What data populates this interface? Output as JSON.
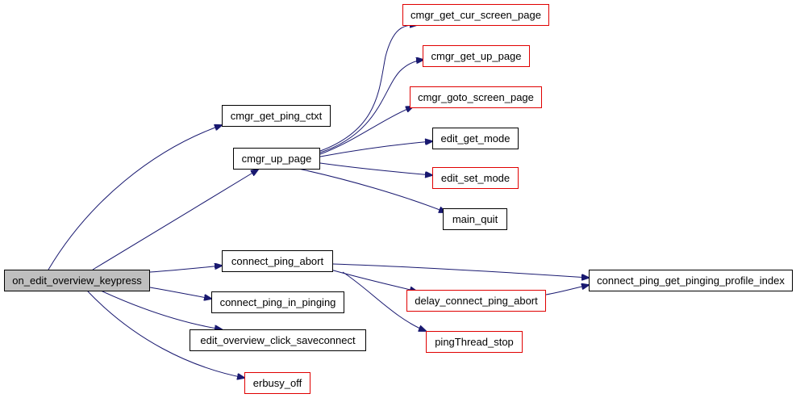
{
  "colors": {
    "edge": "#191970",
    "node_border": "#000000",
    "truncated_border": "#e00000",
    "root_fill": "#bfbfbf"
  },
  "nodes": {
    "on_edit_overview_keypress": "on_edit_overview_keypress",
    "cmgr_get_ping_ctxt": "cmgr_get_ping_ctxt",
    "cmgr_up_page": "cmgr_up_page",
    "cmgr_get_cur_screen_page": "cmgr_get_cur_screen_page",
    "cmgr_get_up_page": "cmgr_get_up_page",
    "cmgr_goto_screen_page": "cmgr_goto_screen_page",
    "edit_get_mode": "edit_get_mode",
    "edit_set_mode": "edit_set_mode",
    "main_quit": "main_quit",
    "connect_ping_abort": "connect_ping_abort",
    "connect_ping_in_pinging": "connect_ping_in_pinging",
    "edit_overview_click_saveconnect": "edit_overview_click_saveconnect",
    "erbusy_off": "erbusy_off",
    "connect_ping_get_pinging_profile_index": "connect_ping_get_pinging_profile_index",
    "delay_connect_ping_abort": "delay_connect_ping_abort",
    "pingThread_stop": "pingThread_stop"
  }
}
